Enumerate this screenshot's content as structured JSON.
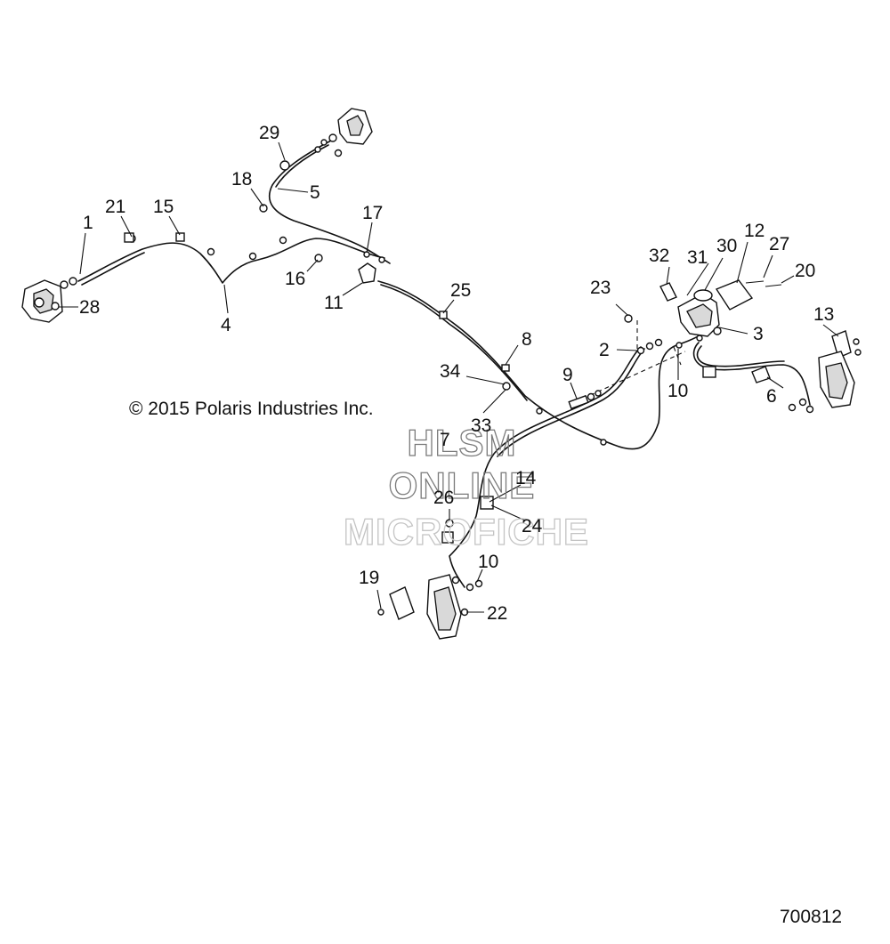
{
  "copyright": "© 2015 Polaris Industries Inc.",
  "diagram_id": "700812",
  "watermark": [
    "HLSM",
    "ONLINE",
    "MICROFICHE"
  ],
  "callouts": {
    "c1": "1",
    "c21": "21",
    "c15": "15",
    "c28": "28",
    "c4": "4",
    "c29": "29",
    "c18": "18",
    "c5": "5",
    "c17": "17",
    "c16": "16",
    "c11": "11",
    "c25": "25",
    "c8": "8",
    "c34": "34",
    "c33": "33",
    "c7": "7",
    "c14": "14",
    "c26": "26",
    "c24": "24",
    "c10a": "10",
    "c19": "19",
    "c22": "22",
    "c9": "9",
    "c23": "23",
    "c2": "2",
    "c10b": "10",
    "c32": "32",
    "c31": "31",
    "c30": "30",
    "c12": "12",
    "c27": "27",
    "c20": "20",
    "c3": "3",
    "c13": "13",
    "c6": "6"
  }
}
